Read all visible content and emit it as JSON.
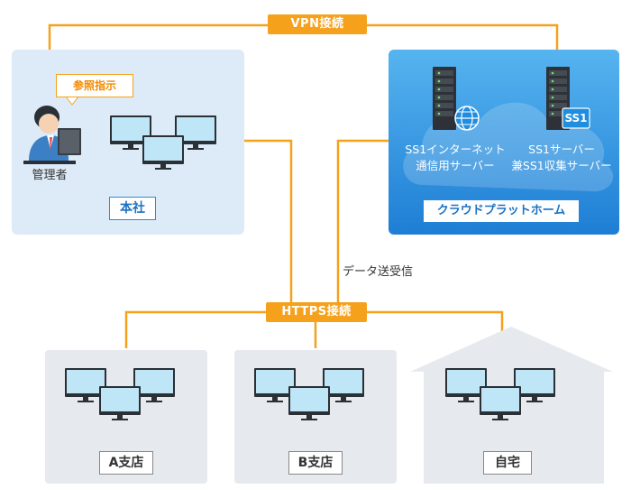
{
  "connections": {
    "vpn_label": "VPN接続",
    "https_label": "HTTPS接続",
    "data_label": "データ送受信"
  },
  "headquarters": {
    "name": "本社",
    "admin_label": "管理者",
    "bubble_text": "参照指示"
  },
  "cloud": {
    "name": "クラウドプラットホーム",
    "server1_line1": "SS1インターネット",
    "server1_line2": "通信用サーバー",
    "server2_line1": "SS1サーバー",
    "server2_line2": "兼SS1収集サーバー",
    "ss1_logo": "SS1"
  },
  "branches": [
    {
      "name": "A支店"
    },
    {
      "name": "B支店"
    },
    {
      "name": "自宅"
    }
  ],
  "colors": {
    "orange": "#f5a11c",
    "hq_bg": "#dcebf7",
    "branch_bg": "#e6e9ee",
    "cloud_gradient_top": "#4aa9ec",
    "cloud_gradient_bottom": "#1d7fd6"
  }
}
